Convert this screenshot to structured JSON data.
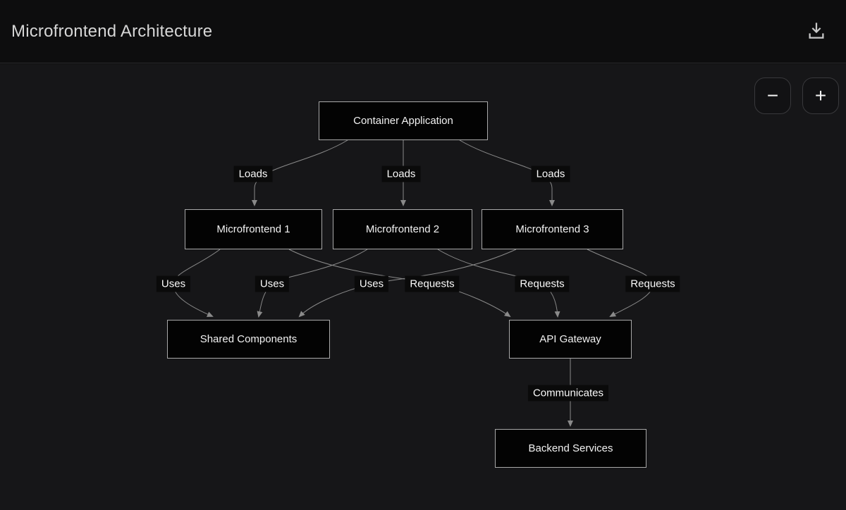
{
  "header": {
    "title": "Microfrontend Architecture"
  },
  "controls": {
    "zoom_out_label": "−",
    "zoom_in_label": "+"
  },
  "colors": {
    "canvas_bg": "#161618",
    "header_bg": "#0d0d0e",
    "node_fill": "#030303",
    "node_border": "#a9a9a9",
    "edge_stroke": "#8a8a8a",
    "label_bg": "#0a0a0a",
    "text": "#f2f2f2"
  },
  "diagram": {
    "nodes": [
      {
        "id": "container",
        "label": "Container Application"
      },
      {
        "id": "mf1",
        "label": "Microfrontend 1"
      },
      {
        "id": "mf2",
        "label": "Microfrontend 2"
      },
      {
        "id": "mf3",
        "label": "Microfrontend 3"
      },
      {
        "id": "shared",
        "label": "Shared Components"
      },
      {
        "id": "gateway",
        "label": "API Gateway"
      },
      {
        "id": "backend",
        "label": "Backend Services"
      }
    ],
    "edges": [
      {
        "from": "container",
        "to": "mf1",
        "label": "Loads"
      },
      {
        "from": "container",
        "to": "mf2",
        "label": "Loads"
      },
      {
        "from": "container",
        "to": "mf3",
        "label": "Loads"
      },
      {
        "from": "mf1",
        "to": "shared",
        "label": "Uses"
      },
      {
        "from": "mf2",
        "to": "shared",
        "label": "Uses"
      },
      {
        "from": "mf3",
        "to": "shared",
        "label": "Uses"
      },
      {
        "from": "mf1",
        "to": "gateway",
        "label": "Requests"
      },
      {
        "from": "mf2",
        "to": "gateway",
        "label": "Requests"
      },
      {
        "from": "mf3",
        "to": "gateway",
        "label": "Requests"
      },
      {
        "from": "gateway",
        "to": "backend",
        "label": "Communicates"
      }
    ]
  }
}
